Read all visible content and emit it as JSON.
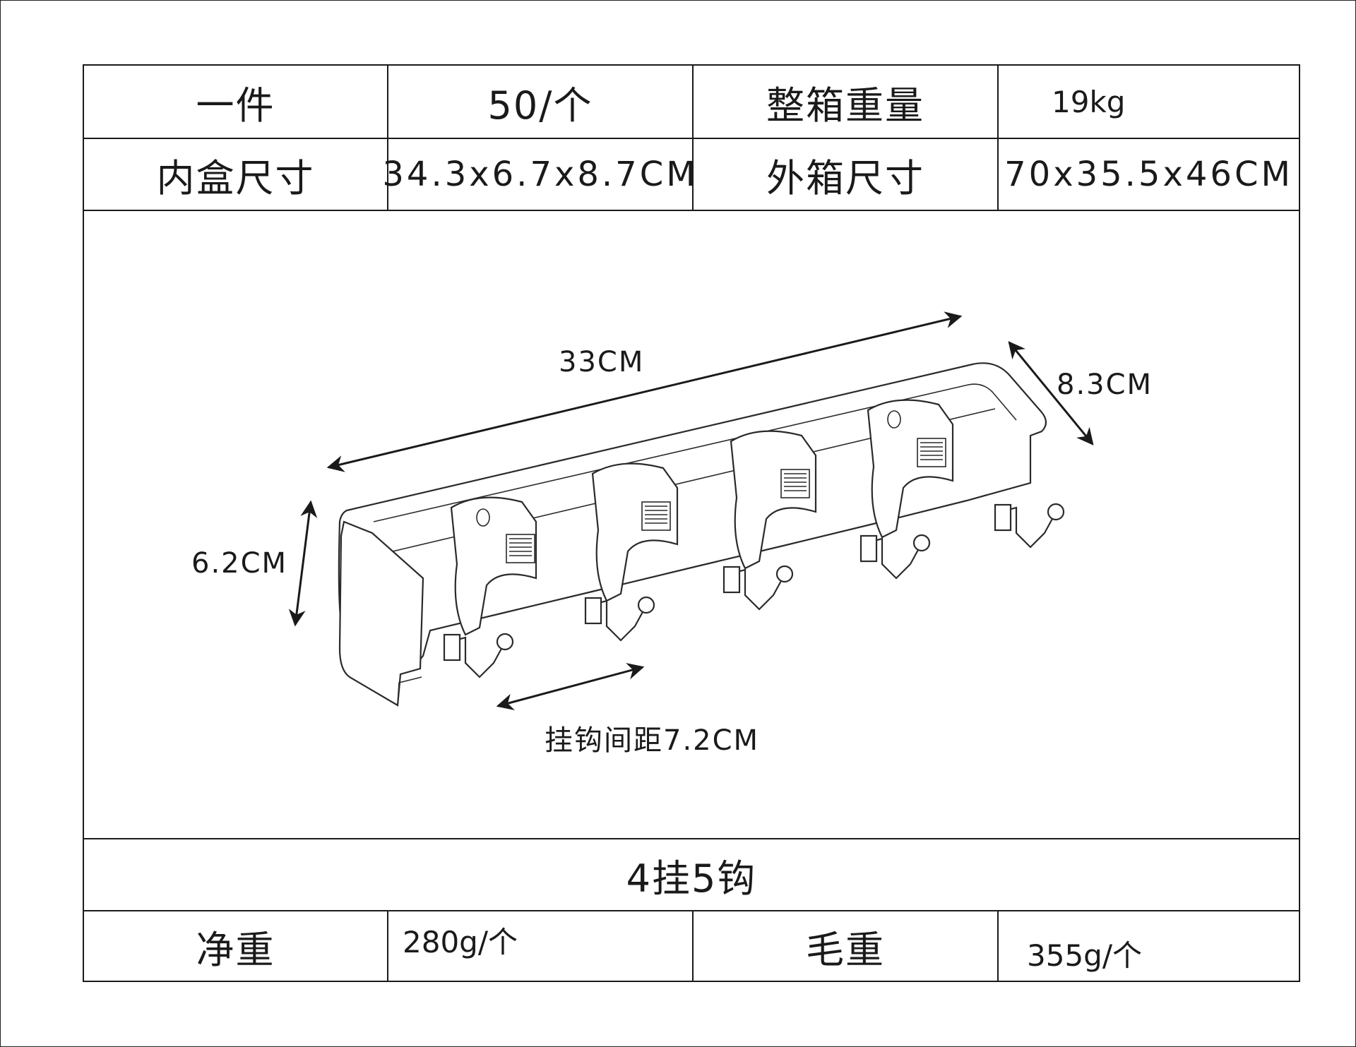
{
  "spec_table": {
    "row1": {
      "label_a": "一件",
      "value_a": "50/个",
      "label_b": "整箱重量",
      "value_b": "19kg"
    },
    "row2": {
      "label_a": "内盒尺寸",
      "value_a": "34.3x6.7x8.7CM",
      "label_b": "外箱尺寸",
      "value_b": "70x35.5x46CM"
    },
    "description": "4挂5钩",
    "row_weight": {
      "label_a": "净重",
      "value_a": "280g/个",
      "label_b": "毛重",
      "value_b": "355g/个"
    }
  },
  "drawing": {
    "dim_length": "33CM",
    "dim_depth": "8.3CM",
    "dim_height": "6.2CM",
    "dim_hook_spacing": "挂钩间距7.2CM"
  }
}
